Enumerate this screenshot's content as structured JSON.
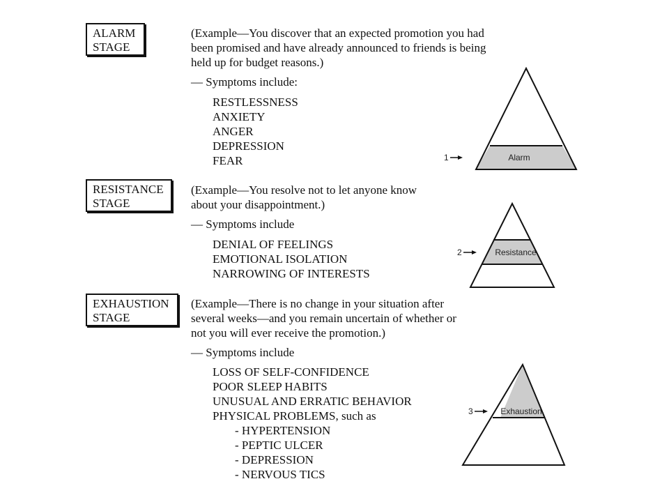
{
  "colors": {
    "highlight": "#cccccc",
    "ink": "#111111"
  },
  "stages": [
    {
      "title_lines": [
        "ALARM",
        "STAGE"
      ],
      "example_lines": [
        "(Example—You discover that an expected promotion you had",
        "been promised and have already announced to friends is being",
        "held up for budget reasons.)"
      ],
      "symptoms_intro": "— Symptoms include:",
      "symptoms": [
        "RESTLESSNESS",
        "ANXIETY",
        "ANGER",
        "DEPRESSION",
        "FEAR"
      ],
      "pyramid": {
        "number": "1",
        "label": "Alarm",
        "highlighted_band": "bottom"
      }
    },
    {
      "title_lines": [
        "RESISTANCE",
        "STAGE"
      ],
      "example_lines": [
        "(Example—You resolve not to let anyone know",
        "about your disappointment.)"
      ],
      "symptoms_intro": "— Symptoms include",
      "symptoms": [
        "DENIAL OF FEELINGS",
        "EMOTIONAL ISOLATION",
        "NARROWING OF INTERESTS"
      ],
      "pyramid": {
        "number": "2",
        "label": "Resistance",
        "highlighted_band": "middle"
      }
    },
    {
      "title_lines": [
        "EXHAUSTION",
        "STAGE"
      ],
      "example_lines": [
        "(Example—There is no change in your situation after",
        "several weeks—and you remain uncertain of whether or",
        "not you will ever receive the promotion.)"
      ],
      "symptoms_intro": "— Symptoms include",
      "symptoms": [
        "LOSS OF SELF-CONFIDENCE",
        "POOR SLEEP HABITS",
        "UNUSUAL AND ERRATIC BEHAVIOR",
        "PHYSICAL PROBLEMS, such as"
      ],
      "sub_symptoms": [
        "- HYPERTENSION",
        "- PEPTIC ULCER",
        "- DEPRESSION",
        "- NERVOUS TICS"
      ],
      "pyramid": {
        "number": "3",
        "label": "Exhaustion",
        "highlighted_band": "top"
      }
    }
  ]
}
